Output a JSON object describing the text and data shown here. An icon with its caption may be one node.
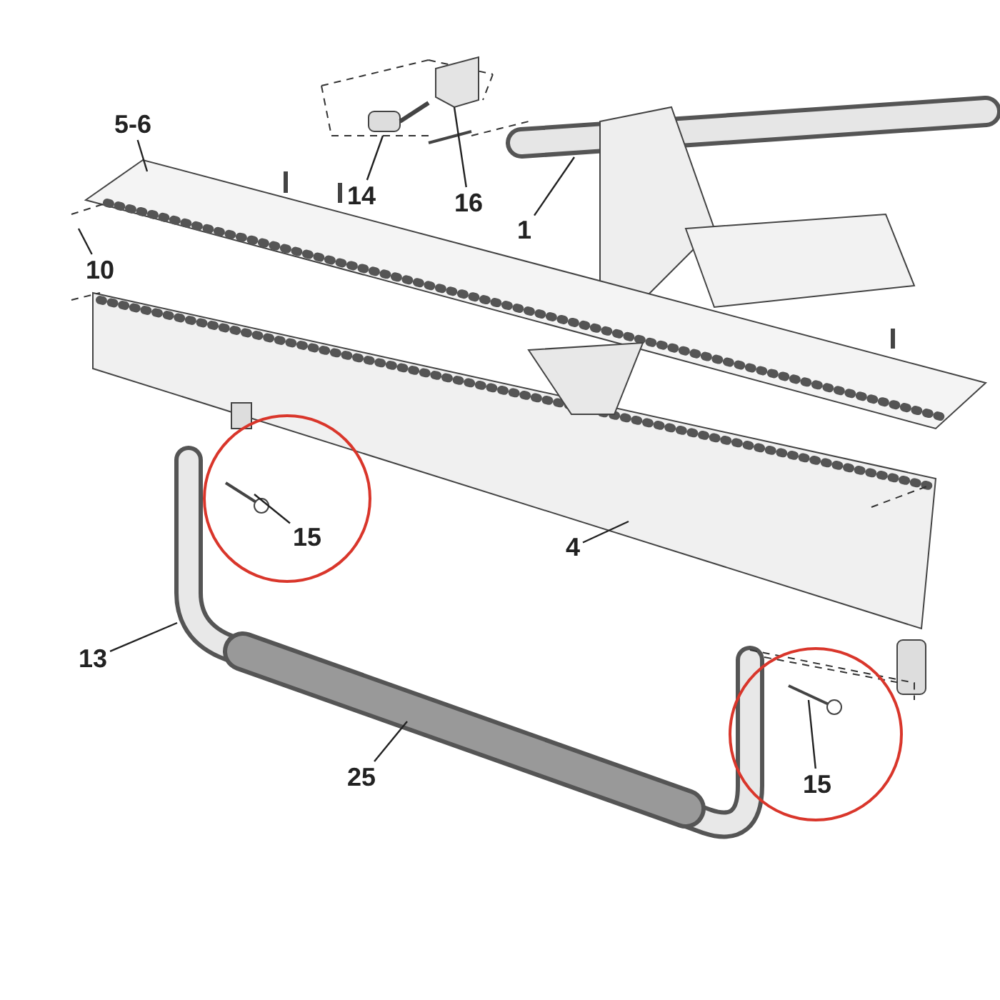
{
  "diagram": {
    "nodes": [
      {
        "text": [
          "5-6"
        ]
      },
      {
        "text": [
          "10"
        ]
      },
      {
        "text": [
          "14"
        ]
      },
      {
        "text": [
          "16"
        ]
      },
      {
        "text": [
          "1"
        ]
      },
      {
        "text": [
          "15"
        ]
      },
      {
        "text": [
          "4"
        ]
      },
      {
        "text": [
          "13"
        ]
      },
      {
        "text": [
          "25"
        ]
      },
      {
        "text": [
          "15"
        ]
      }
    ],
    "edges": [
      {
        "from": 0,
        "to": null,
        "arrow": "none"
      },
      {
        "from": 1,
        "to": null,
        "arrow": "none"
      },
      {
        "from": 2,
        "to": null,
        "arrow": "none"
      },
      {
        "from": 3,
        "to": null,
        "arrow": "none"
      },
      {
        "from": 4,
        "to": null,
        "arrow": "none"
      },
      {
        "from": 5,
        "to": null,
        "arrow": "none"
      },
      {
        "from": 6,
        "to": null,
        "arrow": "none"
      },
      {
        "from": 7,
        "to": null,
        "arrow": "none"
      },
      {
        "from": 8,
        "to": null,
        "arrow": "none"
      },
      {
        "from": 9,
        "to": null,
        "arrow": "none"
      }
    ]
  }
}
